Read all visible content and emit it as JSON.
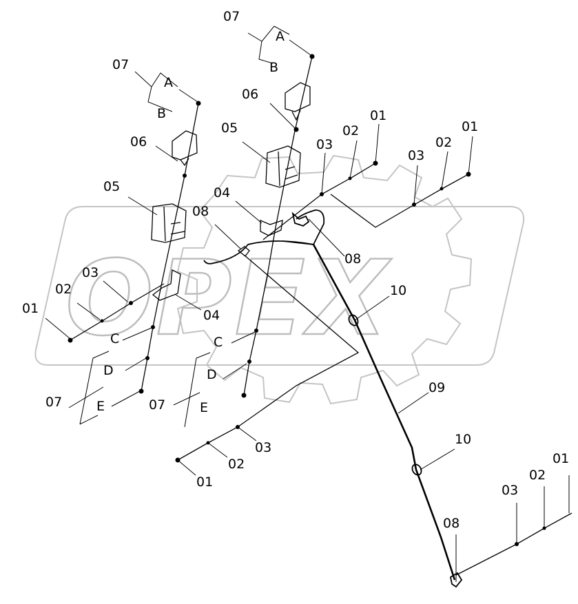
{
  "watermark": {
    "text": "OPEX"
  },
  "labels": {
    "left_assembly": {
      "l07_top": "07",
      "lA": "A",
      "lB": "B",
      "l06": "06",
      "l05": "05",
      "l04": "04",
      "l03": "03",
      "l02": "02",
      "l01": "01",
      "lC": "C",
      "lD": "D",
      "lE": "E",
      "l07_bottom": "07"
    },
    "middle_assembly": {
      "l07_top": "07",
      "lA": "A",
      "lB": "B",
      "l06": "06",
      "l05": "05",
      "l04": "04",
      "l08": "08",
      "lC": "C",
      "lD": "D",
      "lE": "E",
      "l07_bottom": "07"
    },
    "top_right_upper": {
      "l01": "01",
      "l02": "02",
      "l03": "03"
    },
    "top_right_lower": {
      "l01": "01",
      "l02": "02",
      "l03": "03"
    },
    "center_harness": {
      "l08": "08",
      "l10_upper": "10",
      "l09": "09",
      "l10_lower": "10"
    },
    "bottom_left_chain": {
      "l03": "03",
      "l02": "02",
      "l01": "01"
    },
    "bottom_right_chain": {
      "l08": "08",
      "l03": "03",
      "l02": "02",
      "l01": "01"
    }
  }
}
